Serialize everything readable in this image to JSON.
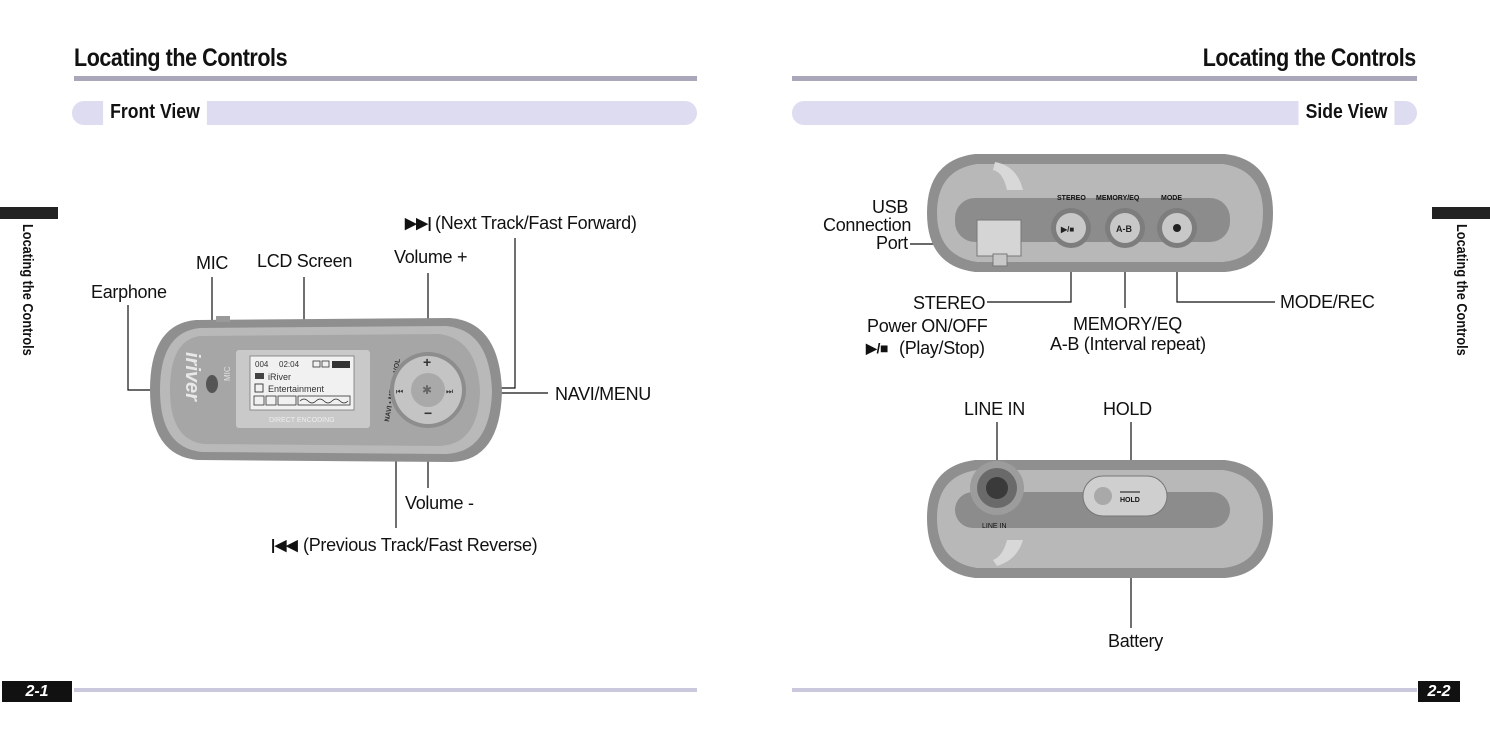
{
  "left_page": {
    "title": "Locating the Controls",
    "section": "Front View",
    "side_tab": "Locating the Controls",
    "page_number": "2-1",
    "labels": {
      "earphone": "Earphone",
      "mic": "MIC",
      "lcd_screen": "LCD Screen",
      "volume_up": "Volume +",
      "next_track": "(Next Track/Fast Forward)",
      "navi_menu": "NAVI/MENU",
      "volume_down": "Volume -",
      "prev_track": "(Previous Track/Fast Reverse)"
    },
    "device": {
      "brand": "iriver",
      "mic_mark": "MIC",
      "lcd_track": "004",
      "lcd_time": "02:04",
      "lcd_line1": "iRiver",
      "lcd_line2": "Entertainment",
      "lcd_caption": "DIRECT ENCODING",
      "ring_text": "NAVI • MENU • VOL"
    }
  },
  "right_page": {
    "title": "Locating the Controls",
    "section": "Side View",
    "side_tab": "Locating the Controls",
    "page_number": "2-2",
    "labels": {
      "usb_line1": "USB",
      "usb_line2": "Connection",
      "usb_line3": "Port",
      "stereo_line1": "STEREO",
      "stereo_line2": "Power ON/OFF",
      "stereo_line3": "(Play/Stop)",
      "memory_line1": "MEMORY/EQ",
      "memory_line2": "A-B (Interval repeat)",
      "mode_rec": "MODE/REC",
      "line_in": "LINE IN",
      "hold": "HOLD",
      "battery": "Battery"
    },
    "device": {
      "top_stereo": "STEREO",
      "top_memory": "MEMORY/EQ",
      "top_mode": "MODE",
      "btn_ab": "A-B",
      "bottom_line_in": "LINE IN",
      "bottom_hold": "HOLD"
    }
  }
}
